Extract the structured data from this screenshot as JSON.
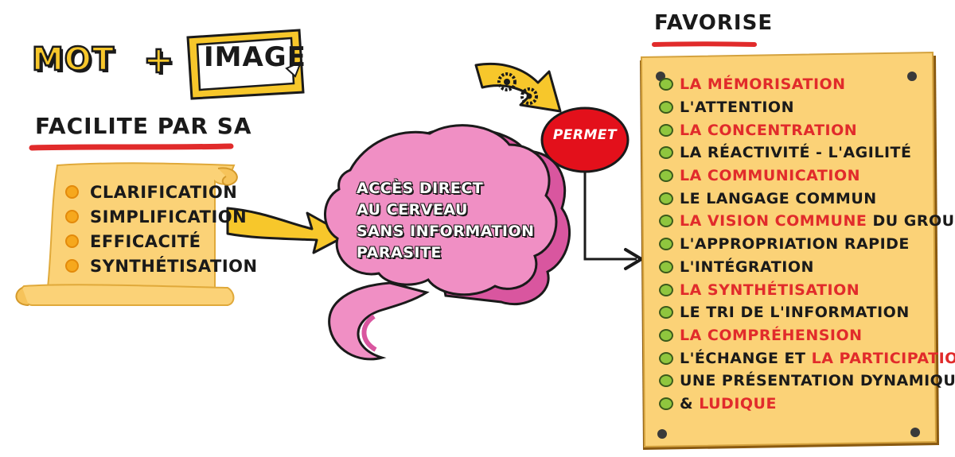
{
  "title": {
    "mot": "MOT",
    "plus": "+",
    "image": "IMAGE"
  },
  "facilite_label": "FACILITE PAR SA",
  "scroll_items": [
    "CLARIFICATION",
    "SIMPLIFICATION",
    "EFFICACITÉ",
    "SYNTHÉTISATION"
  ],
  "brain_text": [
    "ACCÈS DIRECT",
    "AU CERVEAU",
    "SANS INFORMATION",
    "PARASITE"
  ],
  "permet_label": "PERMET",
  "favorise_label": "FAVORISE",
  "board_items": [
    {
      "parts": [
        {
          "text": "LA MÉMORISATION",
          "color": "red"
        }
      ]
    },
    {
      "parts": [
        {
          "text": "L'ATTENTION",
          "color": "black"
        }
      ]
    },
    {
      "parts": [
        {
          "text": "LA CONCENTRATION",
          "color": "red"
        }
      ]
    },
    {
      "parts": [
        {
          "text": "LA RÉACTIVITÉ - L'AGILITÉ",
          "color": "black"
        }
      ]
    },
    {
      "parts": [
        {
          "text": "LA COMMUNICATION",
          "color": "red"
        }
      ]
    },
    {
      "parts": [
        {
          "text": "LE LANGAGE COMMUN",
          "color": "black"
        }
      ]
    },
    {
      "parts": [
        {
          "text": "LA VISION COMMUNE",
          "color": "red"
        },
        {
          "text": " DU GROUPE",
          "color": "black"
        }
      ]
    },
    {
      "parts": [
        {
          "text": "L'APPROPRIATION RAPIDE",
          "color": "black"
        }
      ]
    },
    {
      "parts": [
        {
          "text": "L'INTÉGRATION",
          "color": "black"
        }
      ]
    },
    {
      "parts": [
        {
          "text": "LA SYNTHÉTISATION",
          "color": "red"
        }
      ]
    },
    {
      "parts": [
        {
          "text": "LE TRI DE L'INFORMATION",
          "color": "black"
        }
      ]
    },
    {
      "parts": [
        {
          "text": "LA COMPRÉHENSION",
          "color": "red"
        }
      ]
    },
    {
      "parts": [
        {
          "text": "L'ÉCHANGE ET ",
          "color": "black"
        },
        {
          "text": "LA PARTICIPATION",
          "color": "red"
        }
      ]
    },
    {
      "parts": [
        {
          "text": "UNE PRÉSENTATION DYNAMIQUE",
          "color": "black"
        }
      ]
    },
    {
      "parts": [
        {
          "text": "& ",
          "color": "black"
        },
        {
          "text": "LUDIQUE",
          "color": "red"
        }
      ]
    }
  ],
  "colors": {
    "yellow": "#f7c72b",
    "board": "#fbd277",
    "red_text": "#e12b2b",
    "brain_pink": "#f08fc4",
    "brain_dark": "#d9569f",
    "permet_red": "#e3101b",
    "bullet_green": "#8fc63e",
    "bullet_orange": "#f6a81d"
  },
  "icons": [
    "gears-icon",
    "arrow-icon",
    "screw-icon"
  ]
}
